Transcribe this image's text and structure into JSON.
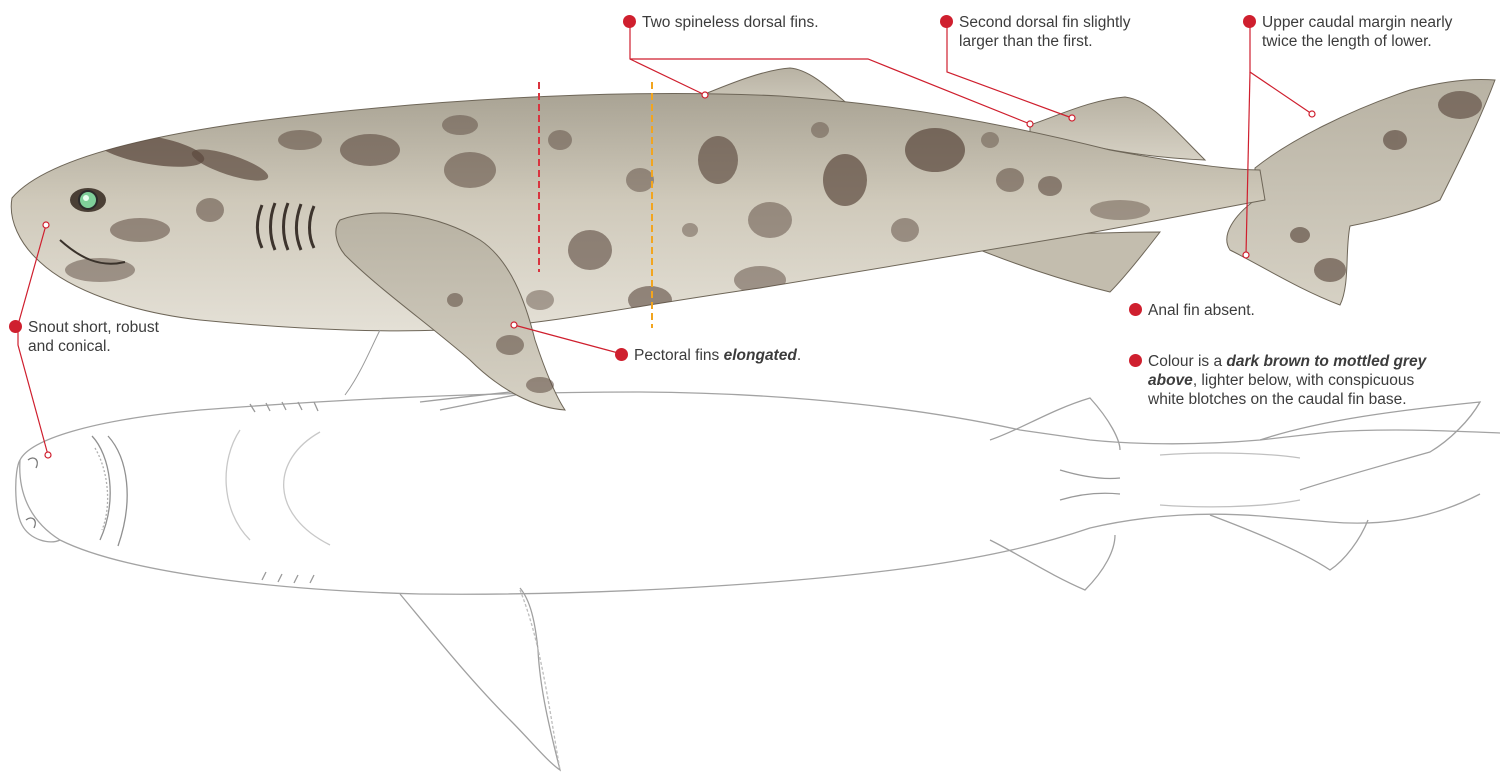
{
  "colors": {
    "accent": "#cf1f2e",
    "body_fill": "#cbc6b8",
    "blotch": "#5c4a3f",
    "outline": "#9a9a9a",
    "marker_red": "#d9343f",
    "marker_orange": "#f2a51f"
  },
  "annotations": {
    "dorsal_fins": "Two spineless dorsal fins.",
    "second_dorsal": {
      "line1": "Second dorsal fin slightly",
      "line2": "larger than the first."
    },
    "upper_caudal": {
      "line1": "Upper caudal margin nearly",
      "line2": "twice the length of lower."
    },
    "snout": {
      "line1": "Snout short, robust",
      "line2": "and conical."
    },
    "pectoral": {
      "prefix": "Pectoral fins ",
      "emphasis": "elongated",
      "suffix": "."
    },
    "anal_fin": "Anal fin absent.",
    "colour": {
      "prefix": "Colour is a ",
      "emphasis1": "dark brown to mottled grey",
      "emphasis2": "above",
      "rest1": ", lighter below, with conspicuous",
      "rest2": "white blotches on the caudal fin base."
    }
  },
  "icons": [
    "marker-dot-icon",
    "shark-lateral-illustration",
    "shark-ventral-illustration"
  ]
}
